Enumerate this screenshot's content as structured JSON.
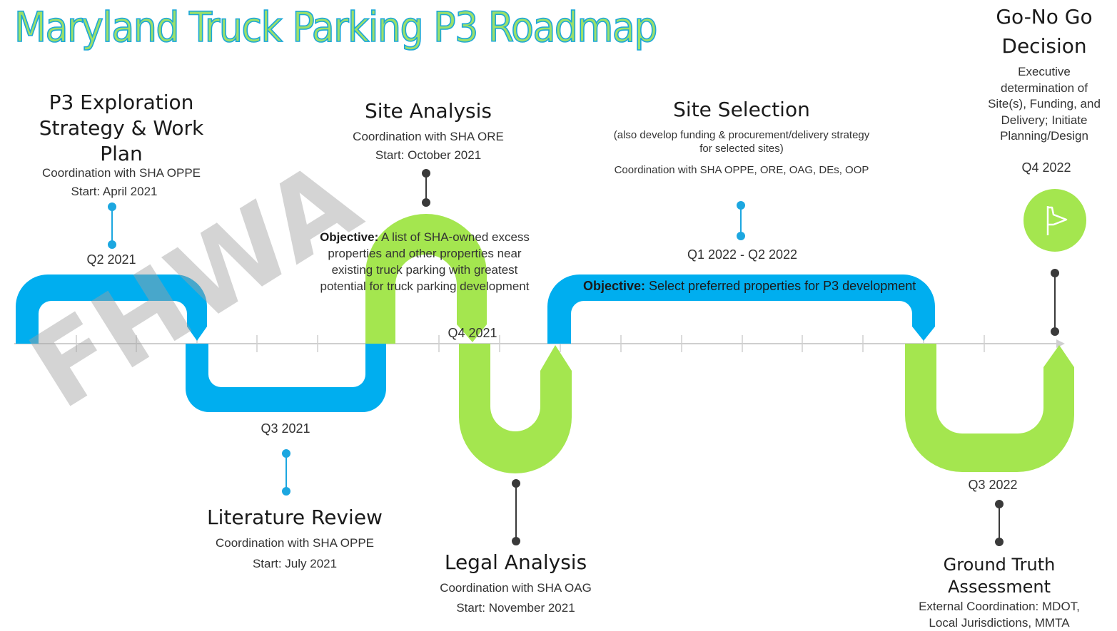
{
  "title": "Maryland Truck Parking P3 Roadmap",
  "watermark": "FHWA",
  "colors": {
    "blue": "#00aeef",
    "green": "#a4e64f",
    "title_fill": "#9be06a",
    "title_stroke": "#1ca7d8"
  },
  "milestones": {
    "p3_exploration": {
      "title": "P3 Exploration Strategy & Work Plan",
      "coordination": "Coordination with SHA OPPE",
      "start": "Start: April 2021",
      "quarter": "Q2 2021"
    },
    "literature_review": {
      "title": "Literature Review",
      "coordination": "Coordination with SHA OPPE",
      "start": "Start: July 2021",
      "quarter": "Q3 2021"
    },
    "site_analysis": {
      "title": "Site Analysis",
      "coordination": "Coordination with SHA ORE",
      "start": "Start: October 2021",
      "objective_label": "Objective:",
      "objective_text": " A list of SHA-owned excess properties and other properties near existing truck parking with greatest potential for truck parking development",
      "quarter": "Q4 2021"
    },
    "legal_analysis": {
      "title": "Legal Analysis",
      "coordination": "Coordination with SHA OAG",
      "start": "Start: November 2021"
    },
    "site_selection": {
      "title": "Site Selection",
      "note": "(also develop funding & procurement/delivery strategy for selected sites)",
      "coordination": "Coordination with SHA OPPE, ORE, OAG, DEs, OOP",
      "quarter": "Q1 2022 - Q2 2022",
      "objective_label": "Objective:",
      "objective_text": " Select preferred properties for P3 development"
    },
    "ground_truth": {
      "title": "Ground Truth Assessment",
      "coordination": "External Coordination: MDOT, Local Jurisdictions, MMTA",
      "quarter": "Q3 2022"
    },
    "go_no_go": {
      "title": "Go-No Go Decision",
      "description": "Executive determination of Site(s), Funding, and Delivery; Initiate Planning/Design",
      "quarter": "Q4 2022",
      "icon": "flag-icon"
    }
  }
}
